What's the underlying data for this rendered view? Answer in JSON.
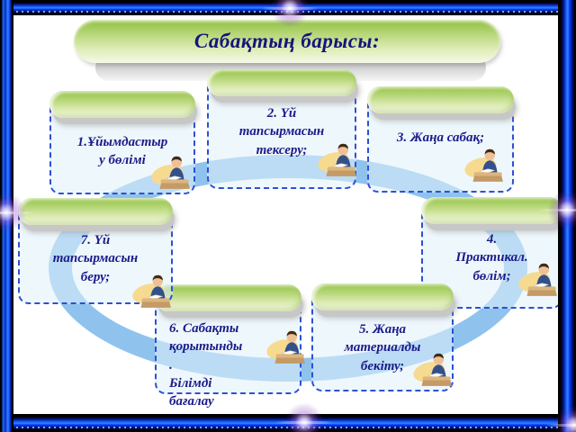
{
  "slide": {
    "title": "Сабақтың барысы:"
  },
  "steps": [
    {
      "label": "1.Ұйымдастыр\nу бөлімі"
    },
    {
      "label": "2. Үй\nтапсырмасын\nтексеру;"
    },
    {
      "label": "3. Жаңа сабақ;"
    },
    {
      "label": "4.\nПрактикал.\nбөлім;"
    },
    {
      "label": "5. Жаңа\nматериалды\nбекіту;"
    },
    {
      "label": "6. Сабақты\nқорытынды\n.\nБілімді\nбағалау"
    },
    {
      "label": "7. Үй\nтапсырмасын\nберу;"
    }
  ],
  "colors": {
    "frame_blue": "#1b6bff",
    "ring_blue": "#8fc3ed",
    "pill_green": "#a6cd57",
    "box_border_blue": "#2d50d5",
    "text_navy": "#1b1b8a"
  },
  "icons": {
    "clipart": "person-at-desk-icon"
  }
}
